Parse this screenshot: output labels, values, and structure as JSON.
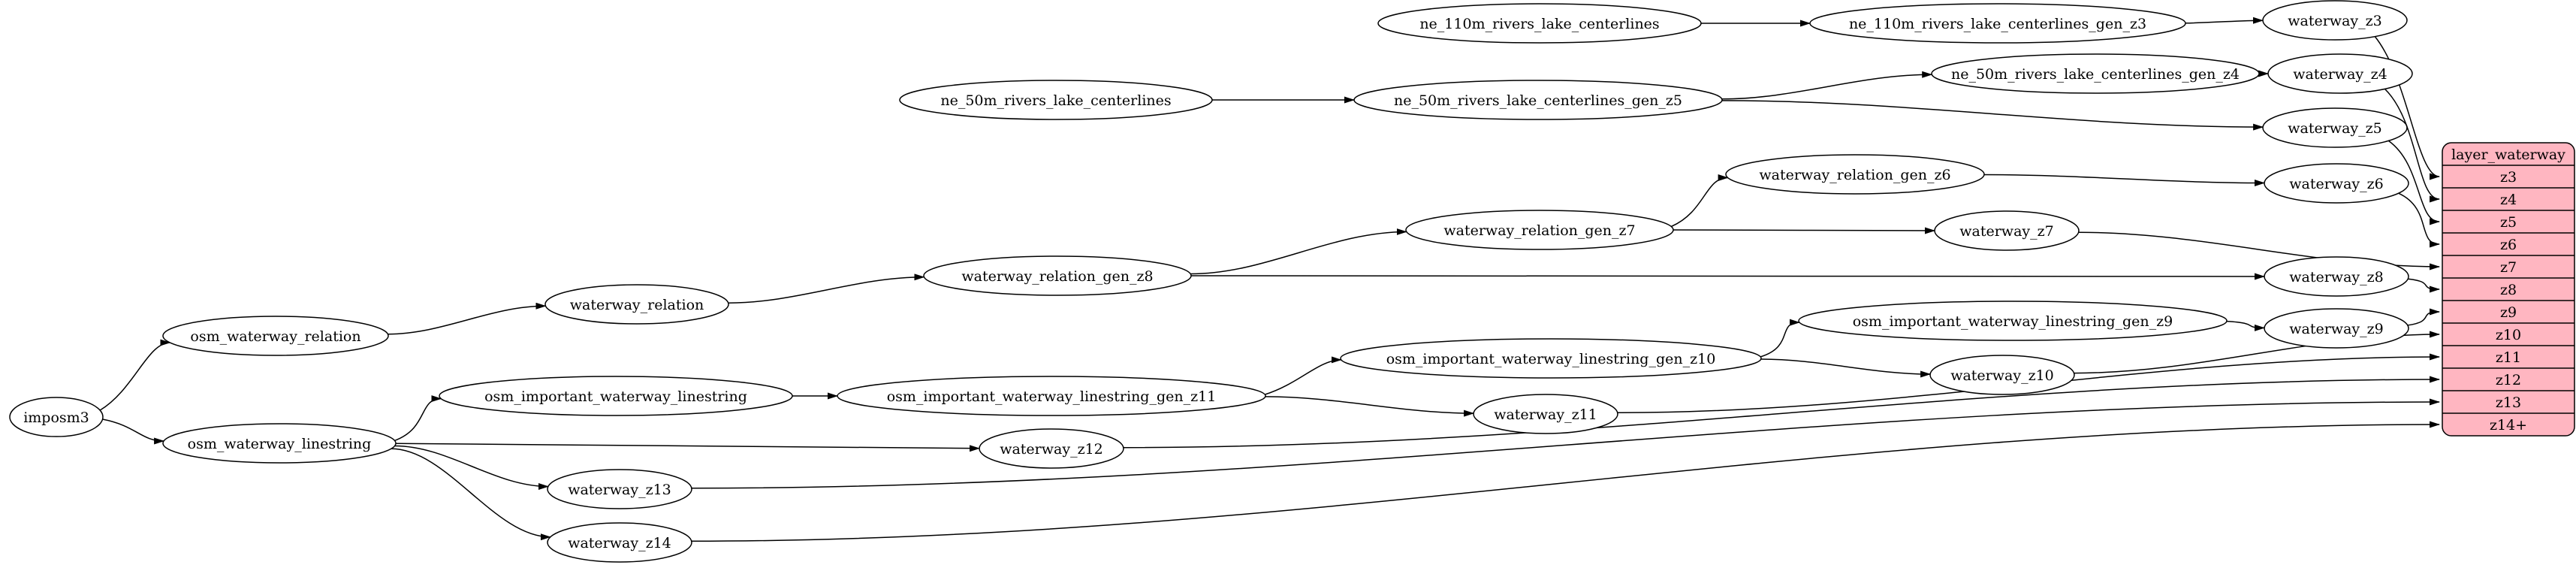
{
  "diagram": {
    "colors": {
      "background": "#ffffff",
      "node_fill": "#ffffff",
      "node_stroke": "#000000",
      "edge_color": "#000000",
      "table_fill": "#ffb6c1",
      "table_stroke": "#000000",
      "text_color": "#000000"
    },
    "nodes": [
      {
        "id": "imposm3",
        "label": "imposm3"
      },
      {
        "id": "osm_waterway_relation",
        "label": "osm_waterway_relation"
      },
      {
        "id": "osm_waterway_linestring",
        "label": "osm_waterway_linestring"
      },
      {
        "id": "waterway_relation",
        "label": "waterway_relation"
      },
      {
        "id": "osm_important_waterway_linestring",
        "label": "osm_important_waterway_linestring"
      },
      {
        "id": "waterway_relation_gen_z8",
        "label": "waterway_relation_gen_z8"
      },
      {
        "id": "waterway_relation_gen_z7",
        "label": "waterway_relation_gen_z7"
      },
      {
        "id": "waterway_relation_gen_z6",
        "label": "waterway_relation_gen_z6"
      },
      {
        "id": "osm_important_waterway_linestring_gen_z11",
        "label": "osm_important_waterway_linestring_gen_z11"
      },
      {
        "id": "osm_important_waterway_linestring_gen_z10",
        "label": "osm_important_waterway_linestring_gen_z10"
      },
      {
        "id": "osm_important_waterway_linestring_gen_z9",
        "label": "osm_important_waterway_linestring_gen_z9"
      },
      {
        "id": "ne_110m_rivers_lake_centerlines",
        "label": "ne_110m_rivers_lake_centerlines"
      },
      {
        "id": "ne_110m_rivers_lake_centerlines_gen_z3",
        "label": "ne_110m_rivers_lake_centerlines_gen_z3"
      },
      {
        "id": "ne_50m_rivers_lake_centerlines",
        "label": "ne_50m_rivers_lake_centerlines"
      },
      {
        "id": "ne_50m_rivers_lake_centerlines_gen_z5",
        "label": "ne_50m_rivers_lake_centerlines_gen_z5"
      },
      {
        "id": "ne_50m_rivers_lake_centerlines_gen_z4",
        "label": "ne_50m_rivers_lake_centerlines_gen_z4"
      },
      {
        "id": "waterway_z3",
        "label": "waterway_z3"
      },
      {
        "id": "waterway_z4",
        "label": "waterway_z4"
      },
      {
        "id": "waterway_z5",
        "label": "waterway_z5"
      },
      {
        "id": "waterway_z6",
        "label": "waterway_z6"
      },
      {
        "id": "waterway_z7",
        "label": "waterway_z7"
      },
      {
        "id": "waterway_z8",
        "label": "waterway_z8"
      },
      {
        "id": "waterway_z9",
        "label": "waterway_z9"
      },
      {
        "id": "waterway_z10",
        "label": "waterway_z10"
      },
      {
        "id": "waterway_z11",
        "label": "waterway_z11"
      },
      {
        "id": "waterway_z12",
        "label": "waterway_z12"
      },
      {
        "id": "waterway_z13",
        "label": "waterway_z13"
      },
      {
        "id": "waterway_z14",
        "label": "waterway_z14"
      }
    ],
    "edges": [
      {
        "from": "imposm3",
        "to": "osm_waterway_relation"
      },
      {
        "from": "imposm3",
        "to": "osm_waterway_linestring"
      },
      {
        "from": "osm_waterway_relation",
        "to": "waterway_relation"
      },
      {
        "from": "waterway_relation",
        "to": "waterway_relation_gen_z8"
      },
      {
        "from": "waterway_relation_gen_z8",
        "to": "waterway_relation_gen_z7"
      },
      {
        "from": "waterway_relation_gen_z8",
        "to": "waterway_z8"
      },
      {
        "from": "waterway_relation_gen_z7",
        "to": "waterway_relation_gen_z6"
      },
      {
        "from": "waterway_relation_gen_z7",
        "to": "waterway_z7"
      },
      {
        "from": "waterway_relation_gen_z6",
        "to": "waterway_z6"
      },
      {
        "from": "ne_110m_rivers_lake_centerlines",
        "to": "ne_110m_rivers_lake_centerlines_gen_z3"
      },
      {
        "from": "ne_110m_rivers_lake_centerlines_gen_z3",
        "to": "waterway_z3"
      },
      {
        "from": "ne_50m_rivers_lake_centerlines",
        "to": "ne_50m_rivers_lake_centerlines_gen_z5"
      },
      {
        "from": "ne_50m_rivers_lake_centerlines_gen_z5",
        "to": "ne_50m_rivers_lake_centerlines_gen_z4"
      },
      {
        "from": "ne_50m_rivers_lake_centerlines_gen_z5",
        "to": "waterway_z5"
      },
      {
        "from": "ne_50m_rivers_lake_centerlines_gen_z4",
        "to": "waterway_z4"
      },
      {
        "from": "osm_waterway_linestring",
        "to": "osm_important_waterway_linestring"
      },
      {
        "from": "osm_waterway_linestring",
        "to": "waterway_z12"
      },
      {
        "from": "osm_waterway_linestring",
        "to": "waterway_z13"
      },
      {
        "from": "osm_waterway_linestring",
        "to": "waterway_z14"
      },
      {
        "from": "osm_important_waterway_linestring",
        "to": "osm_important_waterway_linestring_gen_z11"
      },
      {
        "from": "osm_important_waterway_linestring_gen_z11",
        "to": "osm_important_waterway_linestring_gen_z10"
      },
      {
        "from": "osm_important_waterway_linestring_gen_z11",
        "to": "waterway_z11"
      },
      {
        "from": "osm_important_waterway_linestring_gen_z10",
        "to": "osm_important_waterway_linestring_gen_z9"
      },
      {
        "from": "osm_important_waterway_linestring_gen_z10",
        "to": "waterway_z10"
      },
      {
        "from": "osm_important_waterway_linestring_gen_z9",
        "to": "waterway_z9"
      },
      {
        "from": "waterway_z3",
        "to": "layer_waterway.z3"
      },
      {
        "from": "waterway_z4",
        "to": "layer_waterway.z4"
      },
      {
        "from": "waterway_z5",
        "to": "layer_waterway.z5"
      },
      {
        "from": "waterway_z6",
        "to": "layer_waterway.z6"
      },
      {
        "from": "waterway_z7",
        "to": "layer_waterway.z7"
      },
      {
        "from": "waterway_z8",
        "to": "layer_waterway.z8"
      },
      {
        "from": "waterway_z9",
        "to": "layer_waterway.z9"
      },
      {
        "from": "waterway_z10",
        "to": "layer_waterway.z10"
      },
      {
        "from": "waterway_z11",
        "to": "layer_waterway.z11"
      },
      {
        "from": "waterway_z12",
        "to": "layer_waterway.z12"
      },
      {
        "from": "waterway_z13",
        "to": "layer_waterway.z13"
      },
      {
        "from": "waterway_z14",
        "to": "layer_waterway.z14+"
      }
    ],
    "table": {
      "id": "layer_waterway",
      "header": "layer_waterway",
      "rows": [
        "z3",
        "z4",
        "z5",
        "z6",
        "z7",
        "z8",
        "z9",
        "z10",
        "z11",
        "z12",
        "z13",
        "z14+"
      ]
    }
  }
}
